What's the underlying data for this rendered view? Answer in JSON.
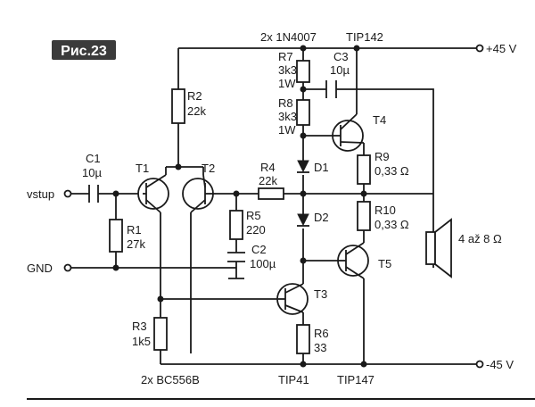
{
  "figure_label": "Рис.23",
  "labels": {
    "d_pair": "2x 1N4007",
    "tip142": "TIP142",
    "vplus": "+45 V",
    "vminus": "-45 V",
    "r7": [
      "R7",
      "3k3",
      "1W"
    ],
    "c3": [
      "C3",
      "10µ"
    ],
    "r2": [
      "R2",
      "22k"
    ],
    "r8": [
      "R8",
      "3k3",
      "1W"
    ],
    "t4": "T4",
    "c1": [
      "C1",
      "10µ"
    ],
    "t1": "T1",
    "t2": "T2",
    "r4": [
      "R4",
      "22k"
    ],
    "d1": "D1",
    "r9": [
      "R9",
      "0,33 Ω"
    ],
    "vstup": "vstup",
    "r10": [
      "R10",
      "0,33 Ω"
    ],
    "r1": [
      "R1",
      "27k"
    ],
    "r5": [
      "R5",
      "220"
    ],
    "d2": "D2",
    "speaker": "4 až 8 Ω",
    "c2": [
      "C2",
      "100µ"
    ],
    "gnd": "GND",
    "t5": "T5",
    "t3": "T3",
    "r3": [
      "R3",
      "1k5"
    ],
    "r6": [
      "R6",
      "33"
    ],
    "bc556": "2x BC556B",
    "tip41": "TIP41",
    "tip147": "TIP147"
  }
}
